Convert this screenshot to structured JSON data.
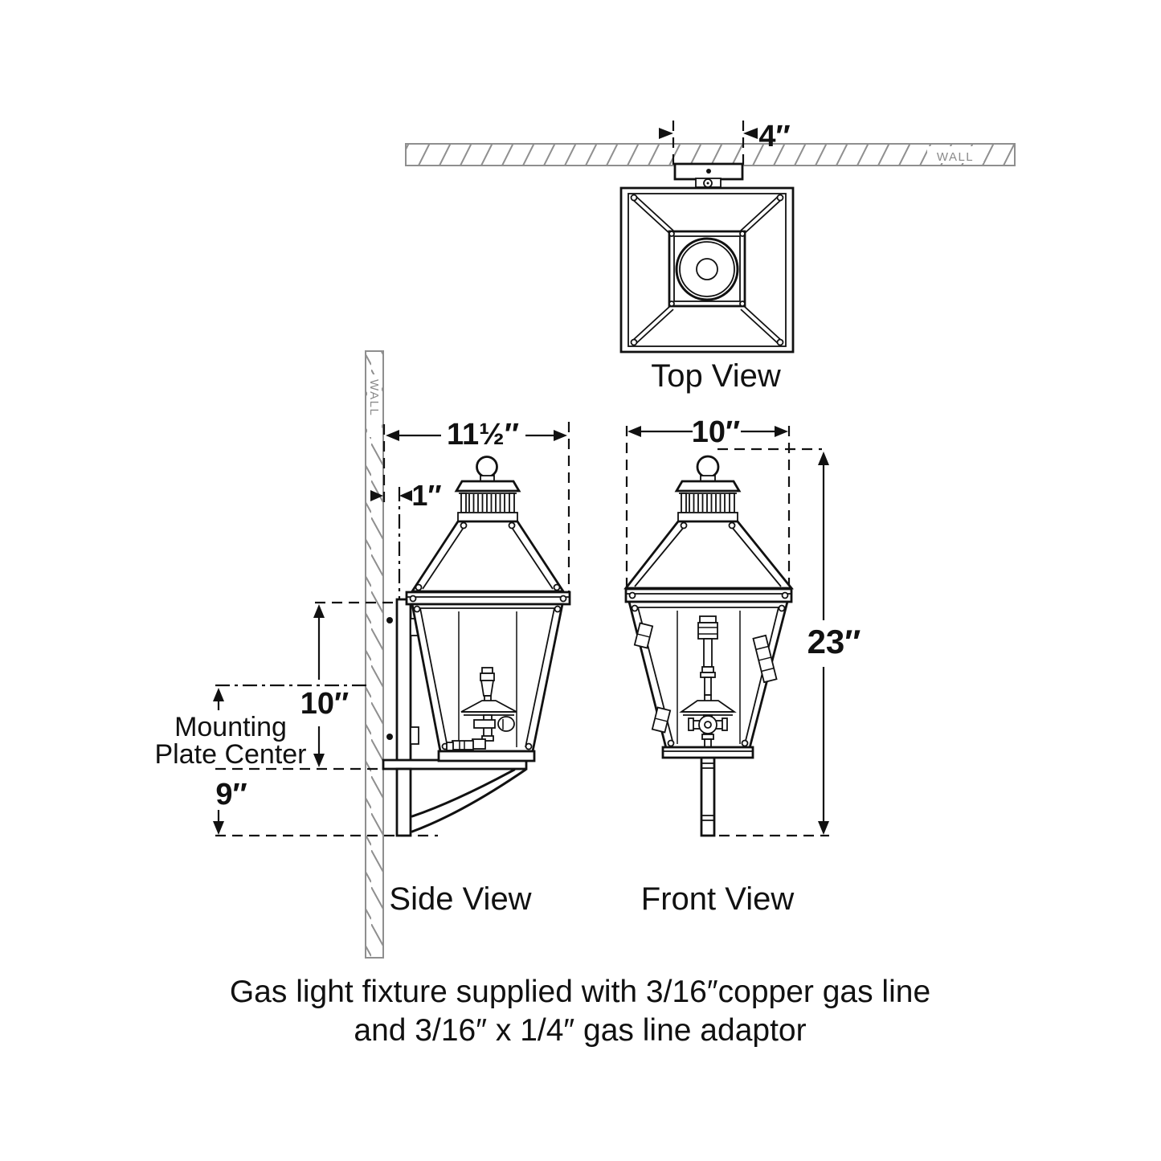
{
  "top_view": {
    "label": "Top View",
    "wall_label": "WALL",
    "width_dim": "4″"
  },
  "side_view": {
    "label": "Side View",
    "wall_label": "WALL",
    "width_dim": "11½″",
    "wall_offset_dim": "1″",
    "plate_height_dim": "10″",
    "below_plate_dim": "9″",
    "plate_note_line1": "Mounting",
    "plate_note_line2": "Plate Center"
  },
  "front_view": {
    "label": "Front View",
    "width_dim": "10″",
    "height_dim": "23″"
  },
  "caption": {
    "line1": "Gas light fixture supplied with 3/16″copper gas line",
    "line2": "and 3/16″ x 1/4″ gas line adaptor"
  },
  "colors": {
    "line": "#111111",
    "wall": "#8f8f8f",
    "background": "#ffffff"
  }
}
